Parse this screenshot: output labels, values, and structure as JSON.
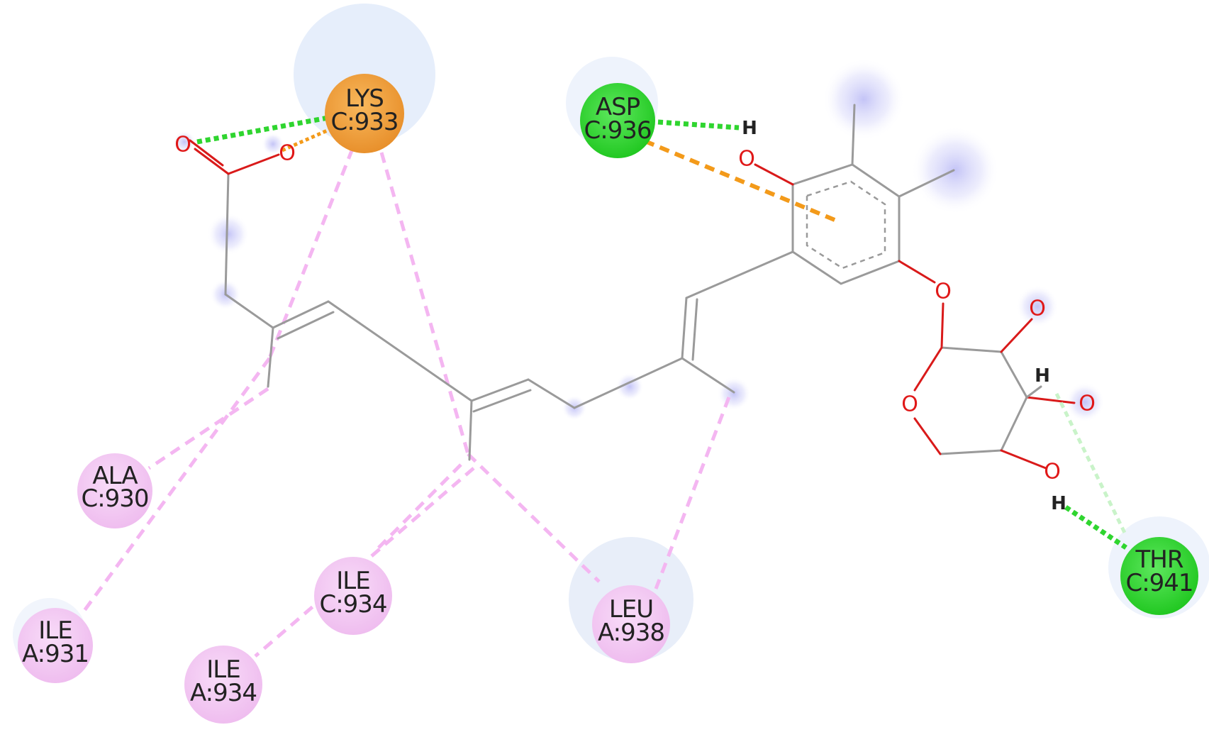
{
  "residues": {
    "lys933": {
      "name": "LYS",
      "id": "C:933",
      "color": "#f0a040"
    },
    "asp936": {
      "name": "ASP",
      "id": "C:936",
      "color": "#35d135"
    },
    "ala930": {
      "name": "ALA",
      "id": "C:930",
      "color": "#f3c8f3"
    },
    "ile931": {
      "name": "ILE",
      "id": "A:931",
      "color": "#f3c8f3"
    },
    "ile934c": {
      "name": "ILE",
      "id": "C:934",
      "color": "#f3c8f3"
    },
    "ile934a": {
      "name": "ILE",
      "id": "A:934",
      "color": "#f3c8f3"
    },
    "leu938": {
      "name": "LEU",
      "id": "A:938",
      "color": "#f3c8f3"
    },
    "thr941": {
      "name": "THR",
      "id": "C:941",
      "color": "#35d135"
    }
  },
  "atoms": {
    "oxygen": "O",
    "hydrogen": "H"
  },
  "colors": {
    "hydrogen_bond": "#2fd52f",
    "carbon_hydrogen_bond": "#c9f3c9",
    "pi_cation_anion": "#f39a1a",
    "alkyl_pi_alkyl": "#f4b6f1",
    "bond": "#9a9a9a",
    "oxygen": "#e01818"
  }
}
